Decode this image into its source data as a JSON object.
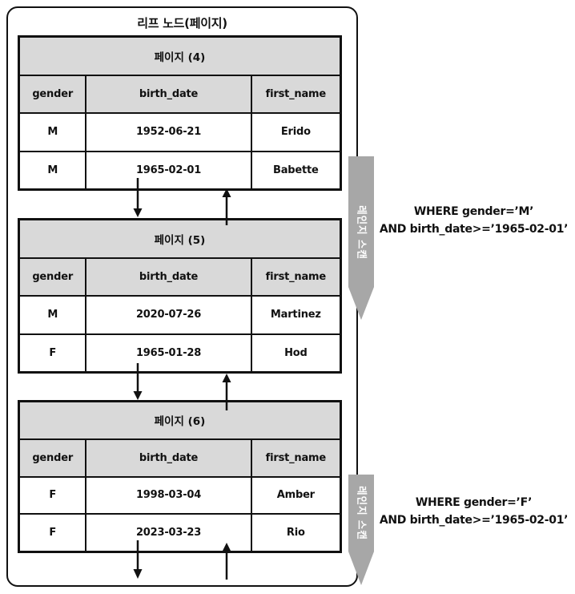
{
  "title": "리프 노드(페이지)",
  "pages": [
    {
      "name": "페이지 (4)",
      "columns": [
        "gender",
        "birth_date",
        "first_name"
      ],
      "rows": [
        [
          "M",
          "1952-06-21",
          "Erido"
        ],
        [
          "M",
          "1965-02-01",
          "Babette"
        ]
      ]
    },
    {
      "name": "페이지 (5)",
      "columns": [
        "gender",
        "birth_date",
        "first_name"
      ],
      "rows": [
        [
          "M",
          "2020-07-26",
          "Martinez"
        ],
        [
          "F",
          "1965-01-28",
          "Hod"
        ]
      ]
    },
    {
      "name": "페이지 (6)",
      "columns": [
        "gender",
        "birth_date",
        "first_name"
      ],
      "rows": [
        [
          "F",
          "1998-03-04",
          "Amber"
        ],
        [
          "F",
          "2023-03-23",
          "Rio"
        ]
      ]
    }
  ],
  "range_scans": [
    {
      "label": "레인지 스캔",
      "query_line1": "WHERE gender=’M’",
      "query_line2": "AND birth_date>=’1965-02-01’"
    },
    {
      "label": "레인지 스캔",
      "query_line1": "WHERE gender=’F’",
      "query_line2": "AND birth_date>=’1965-02-01’"
    }
  ],
  "colors": {
    "header_bg": "#d9d9d9",
    "scan_arrow_gray": "#a7a7a7",
    "border_black": "#111111"
  }
}
